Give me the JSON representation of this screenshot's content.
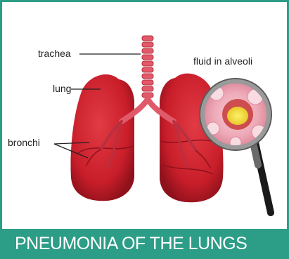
{
  "labels": {
    "trachea": "trachea",
    "lung": "lung",
    "bronchi": "bronchi",
    "fluid": "fluid in alveoli"
  },
  "banner": {
    "title": "PNEUMONIA OF THE LUNGS"
  },
  "colors": {
    "frame": "#2c9d86",
    "lung_red": "#c81e2a",
    "lung_dark": "#9e1520",
    "trachea_pink": "#e05a6a",
    "fluid_yellow": "#f3e13a",
    "lens_tissue": "#f2b7c2"
  }
}
